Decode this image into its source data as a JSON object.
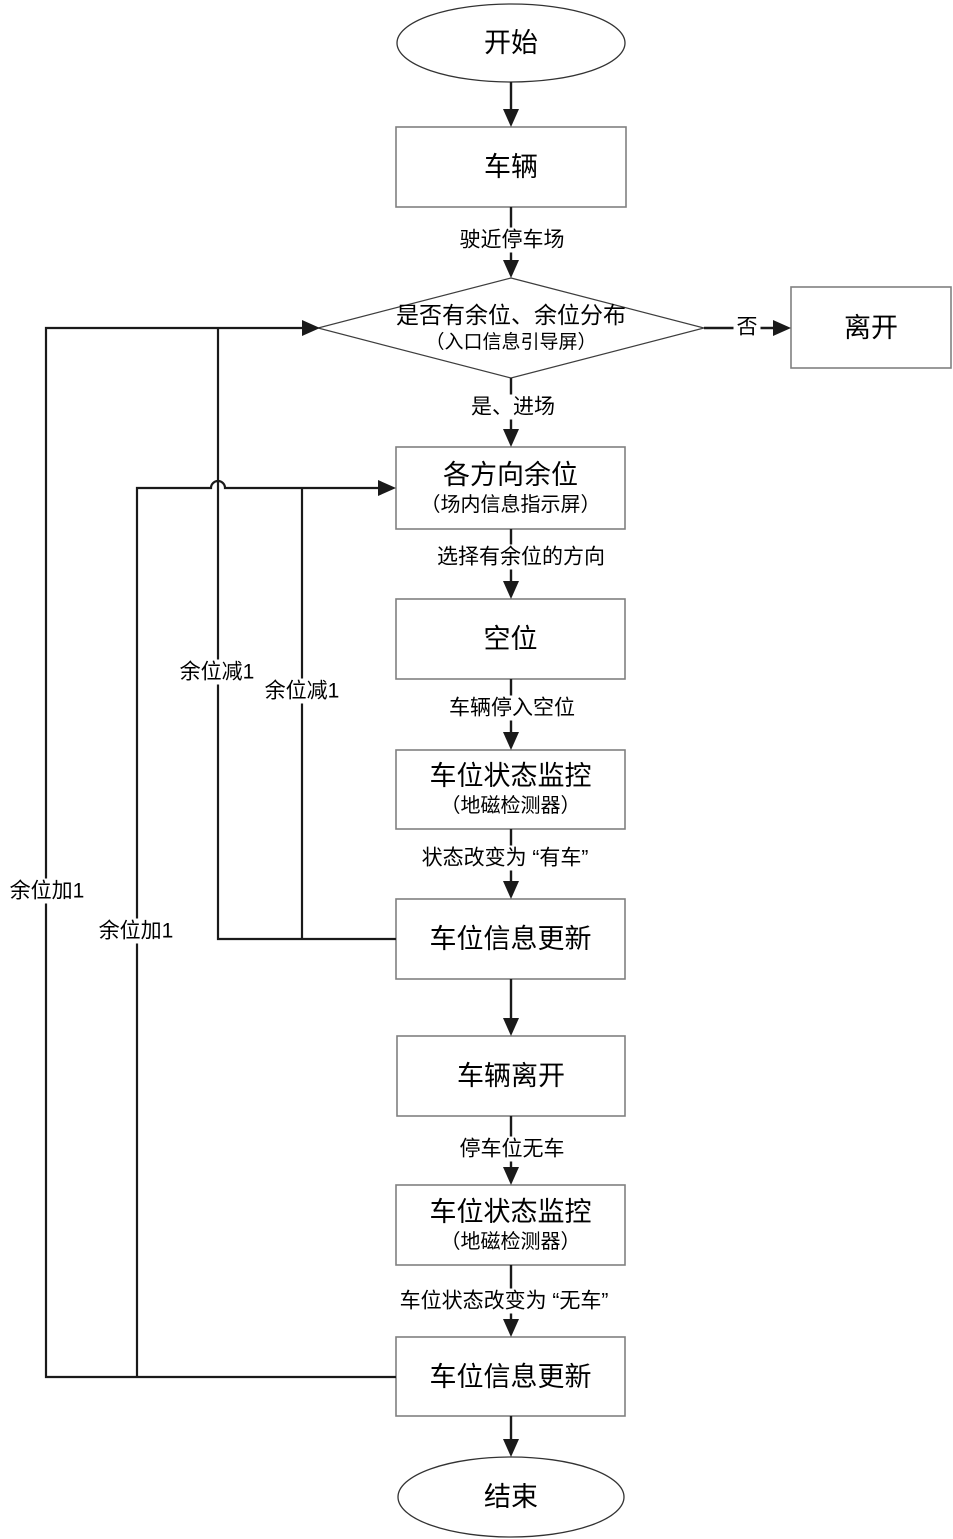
{
  "diagram": {
    "type": "flowchart",
    "language": "zh-CN",
    "topic": "parking-lot-guidance-process"
  },
  "nodes": {
    "start": {
      "shape": "ellipse",
      "label": "开始"
    },
    "vehicle": {
      "shape": "rect",
      "label": "车辆"
    },
    "decision": {
      "shape": "diamond",
      "label": "是否有余位、余位分布",
      "sublabel": "（入口信息引导屏）"
    },
    "leave": {
      "shape": "rect",
      "label": "离开"
    },
    "directions": {
      "shape": "rect",
      "label": "各方向余位",
      "sublabel": "（场内信息指示屏）"
    },
    "empty_spot": {
      "shape": "rect",
      "label": "空位"
    },
    "monitor_in": {
      "shape": "rect",
      "label": "车位状态监控",
      "sublabel": "（地磁检测器）"
    },
    "update_in": {
      "shape": "rect",
      "label": "车位信息更新"
    },
    "vehicle_leave": {
      "shape": "rect",
      "label": "车辆离开"
    },
    "monitor_out": {
      "shape": "rect",
      "label": "车位状态监控",
      "sublabel": "（地磁检测器）"
    },
    "update_out": {
      "shape": "rect",
      "label": "车位信息更新"
    },
    "end": {
      "shape": "ellipse",
      "label": "结束"
    }
  },
  "edge_labels": {
    "approach": "驶近停车场",
    "no": "否",
    "yes_enter": "是、进场",
    "choose_direction": "选择有余位的方向",
    "park_into": "车辆停入空位",
    "status_occupied": "状态改变为 “有车”",
    "spot_empty": "停车位无车",
    "status_vacant": "车位状态改变为 “无车”",
    "minus_one_left": "余位减1",
    "minus_one_right": "余位减1",
    "plus_one_left": "余位加1",
    "plus_one_right": "余位加1"
  },
  "colors": {
    "background": "#ffffff",
    "flow_line": "#1a1a1a",
    "rect_border": "#808080",
    "outline_shape": "#333333",
    "text": "#000000"
  }
}
